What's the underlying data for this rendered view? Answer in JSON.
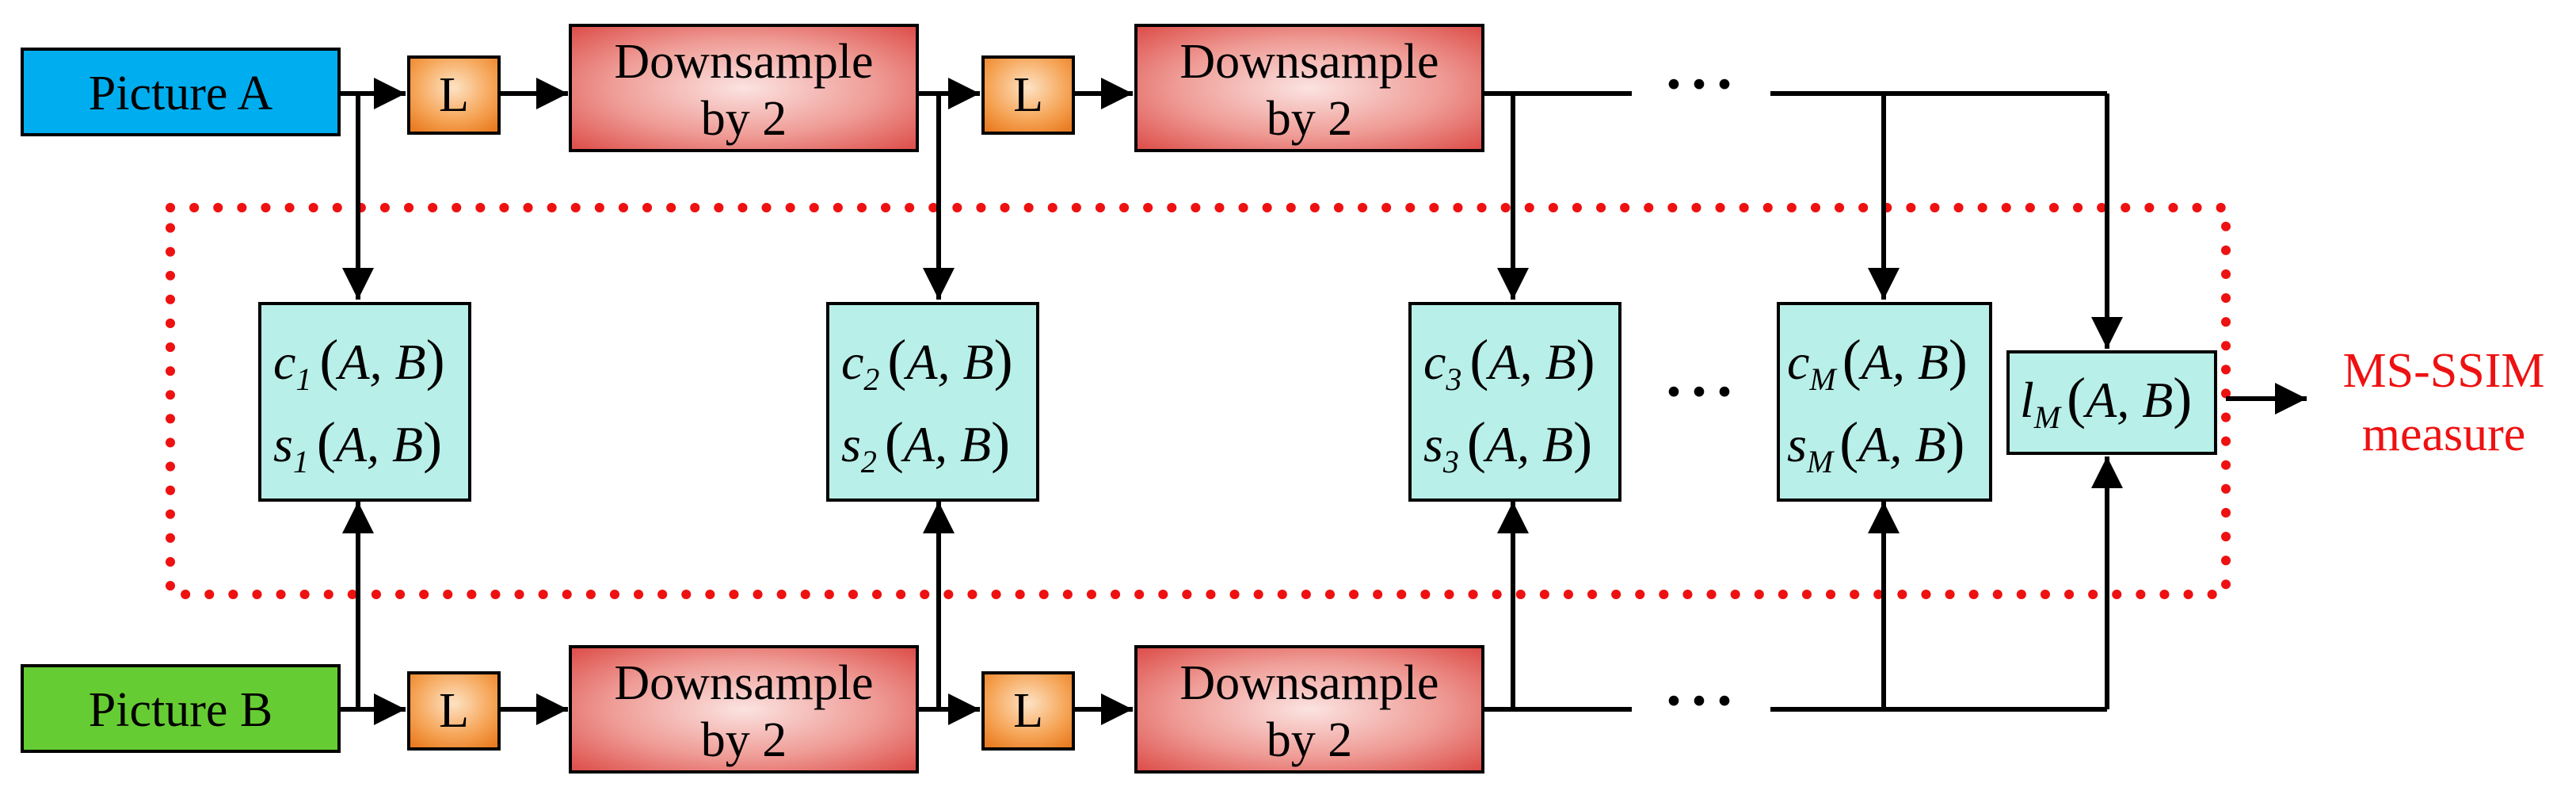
{
  "inputs": {
    "picture_a": "Picture A",
    "picture_b": "Picture B"
  },
  "lowpass_label": "L",
  "downsample": {
    "line1": "Downsample",
    "line2": "by 2"
  },
  "ellipsis": "···",
  "scales": [
    {
      "c_sym": "c",
      "s_sym": "s",
      "sub": "1",
      "args": "A, B"
    },
    {
      "c_sym": "c",
      "s_sym": "s",
      "sub": "2",
      "args": "A, B"
    },
    {
      "c_sym": "c",
      "s_sym": "s",
      "sub": "3",
      "args": "A, B"
    },
    {
      "c_sym": "c",
      "s_sym": "s",
      "sub": "M",
      "args": "A, B"
    }
  ],
  "luminance": {
    "sym": "l",
    "sub": "M",
    "args": "A, B"
  },
  "output": {
    "line1": "MS-SSIM",
    "line2": "measure"
  },
  "colors": {
    "picture_a": "#00aeef",
    "picture_b": "#66cc33",
    "lowpass": "#f39b3c",
    "downsample": "#e46f6a",
    "scale_box": "#b8efe8",
    "dotted_border": "#ee1111",
    "output_text": "#ee1111"
  }
}
